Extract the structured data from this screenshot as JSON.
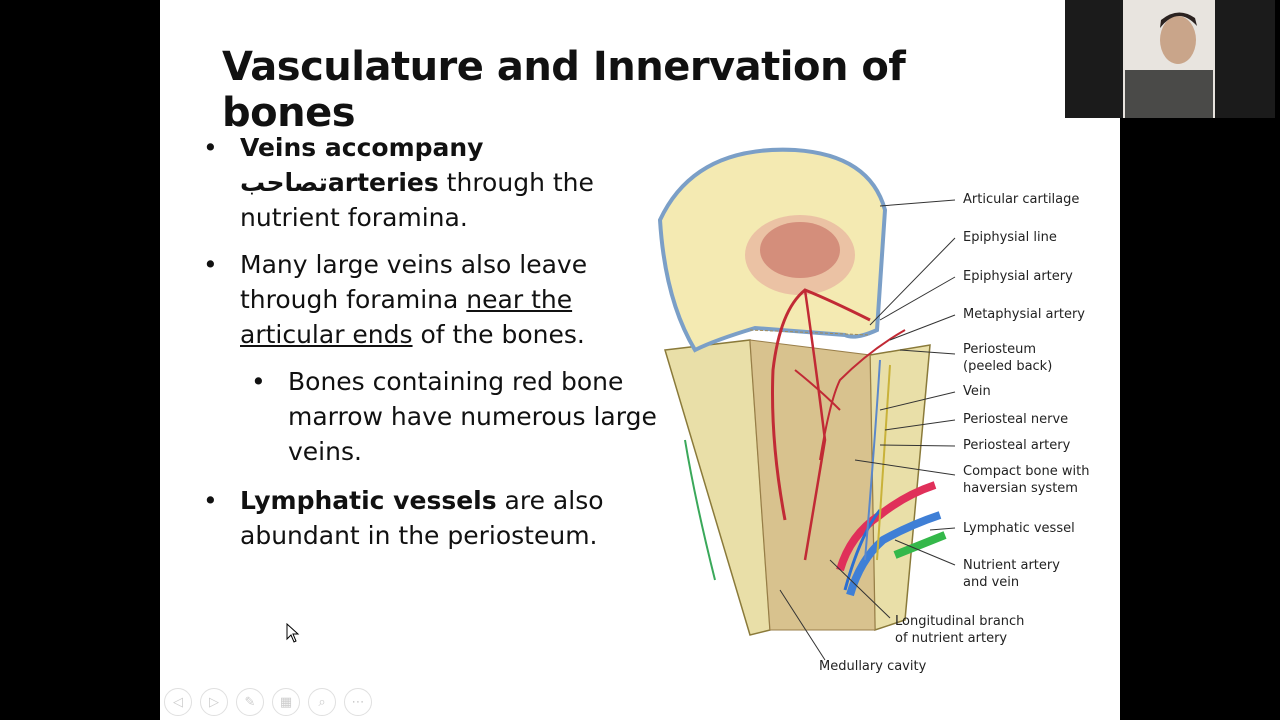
{
  "slide": {
    "title": "Vasculature and Innervation of bones",
    "bullets": [
      {
        "bold": "Veins accompany ",
        "arabic": "تصاحب",
        "bold2": "arteries",
        "rest": " through the nutrient foramina."
      },
      {
        "pre": "Many large veins also leave through foramina ",
        "underlined": "near the articular ends",
        "post": " of the bones."
      },
      {
        "sub": "Bones containing red bone marrow have numerous large veins."
      },
      {
        "bold": "Lymphatic vessels",
        "rest": " are also abundant in the periosteum."
      }
    ]
  },
  "figure": {
    "labels": {
      "articular_cartilage": "Articular cartilage",
      "epiphysial_line": "Epiphysial line",
      "epiphysial_artery": "Epiphysial artery",
      "metaphysial_artery": "Metaphysial artery",
      "periosteum_1": "Periosteum",
      "periosteum_2": "(peeled back)",
      "vein": "Vein",
      "periosteal_nerve": "Periosteal nerve",
      "periosteal_artery": "Periosteal artery",
      "compact_bone_1": "Compact bone with",
      "compact_bone_2": "haversian system",
      "lymphatic_vessel": "Lymphatic vessel",
      "nutrient_1": "Nutrient artery",
      "nutrient_2": "and vein",
      "longitudinal_1": "Longitudinal branch",
      "longitudinal_2": "of nutrient artery",
      "medullary_cavity": "Medullary cavity"
    }
  },
  "controls": {
    "prev": "◁",
    "next": "▷",
    "pen": "✎",
    "slides": "▦",
    "zoom": "⌕",
    "more": "⋯"
  }
}
